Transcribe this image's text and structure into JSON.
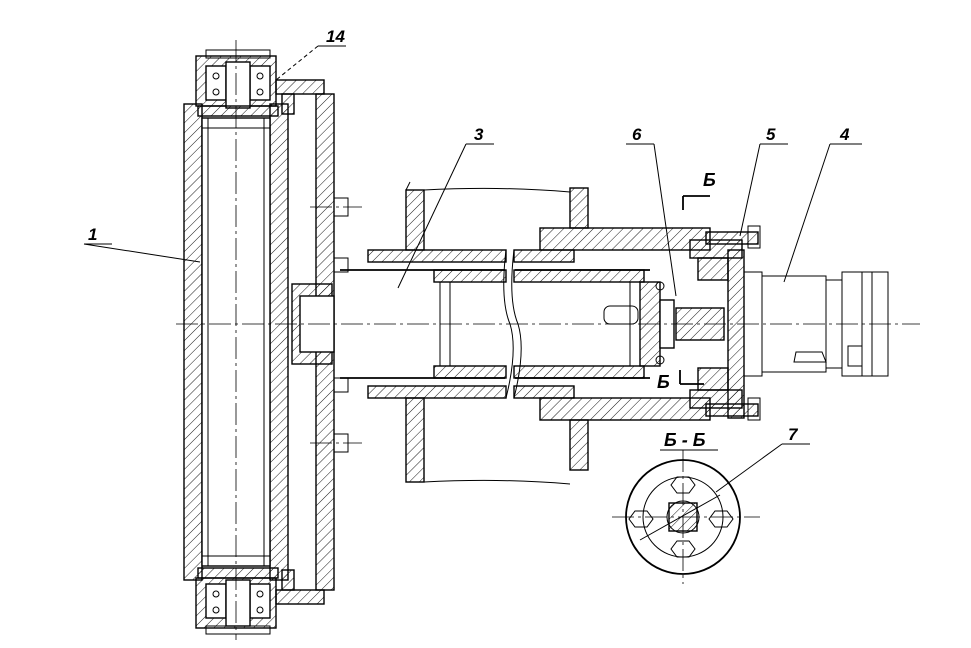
{
  "drawing": {
    "labels": {
      "l1": "1",
      "l3": "3",
      "l4": "4",
      "l5": "5",
      "l6": "6",
      "l7": "7",
      "l14": "14"
    },
    "section": {
      "mark_top": "Б",
      "mark_bottom": "Б",
      "title": "Б - Б"
    }
  }
}
